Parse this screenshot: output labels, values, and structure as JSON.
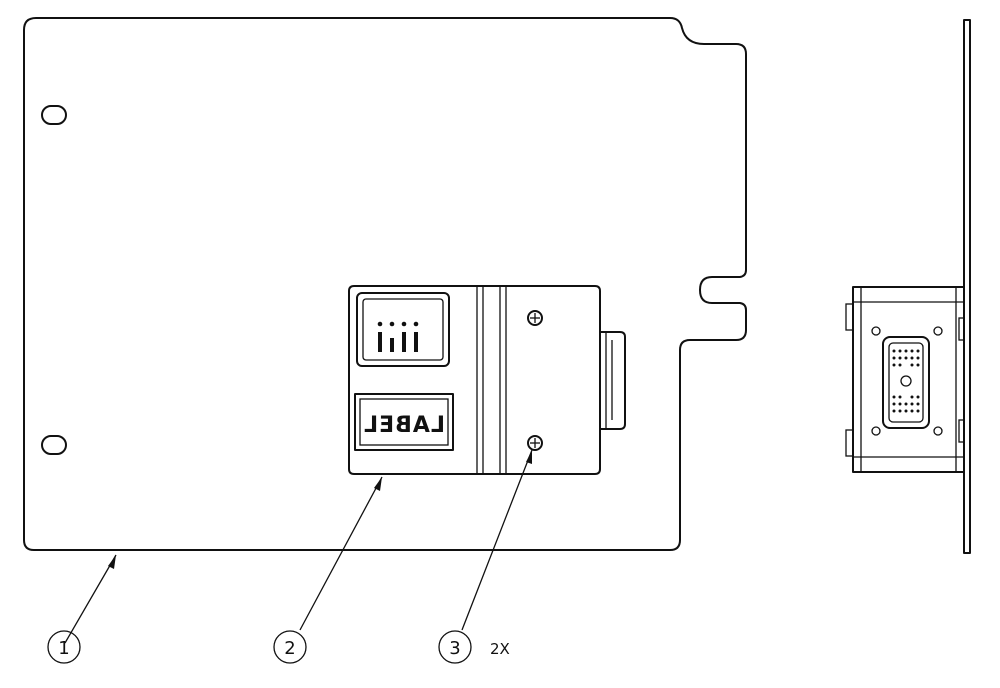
{
  "callouts": [
    {
      "number": "1"
    },
    {
      "number": "2"
    },
    {
      "number": "3",
      "qty": "2X"
    }
  ],
  "module": {
    "label_text": "LABEL",
    "logo_glyph": "ilii"
  }
}
